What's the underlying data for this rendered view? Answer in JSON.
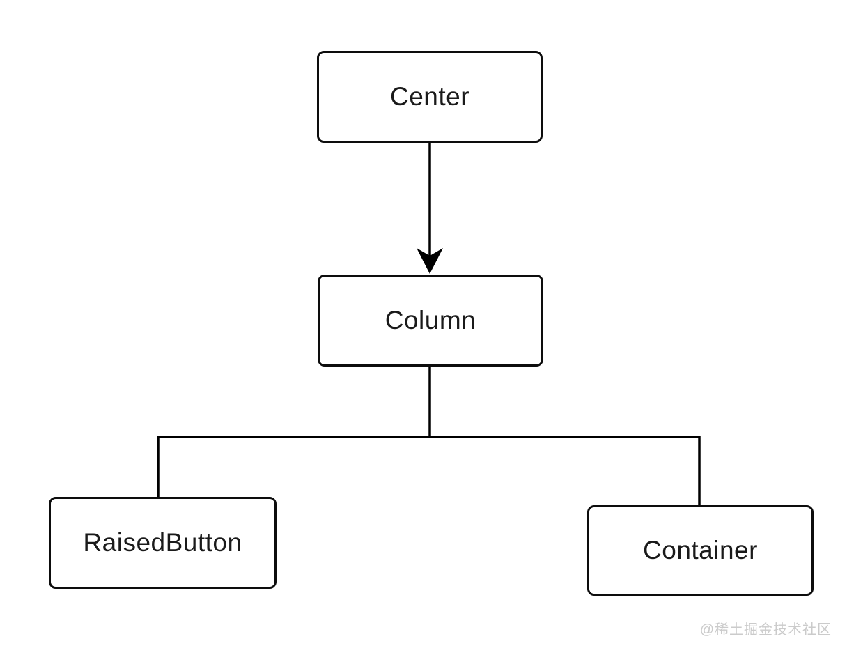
{
  "diagram": {
    "title_hint": "Flutter widget tree diagram",
    "nodes": [
      {
        "id": "center",
        "label": "Center"
      },
      {
        "id": "column",
        "label": "Column"
      },
      {
        "id": "raisedbutton",
        "label": "RaisedButton"
      },
      {
        "id": "container",
        "label": "Container"
      }
    ],
    "edges": [
      {
        "from": "center",
        "to": "column",
        "arrow": true
      },
      {
        "from": "column",
        "to": "raisedbutton",
        "arrow": false
      },
      {
        "from": "column",
        "to": "container",
        "arrow": false
      }
    ],
    "colors": {
      "background": "#ffffff",
      "line": "#000000",
      "box_border": "#0d0d0d",
      "box_fill": "#ffffff",
      "text": "#1a1a1a",
      "watermark": "#cbcbcb"
    }
  },
  "watermark": {
    "text": "@稀土掘金技术社区"
  }
}
